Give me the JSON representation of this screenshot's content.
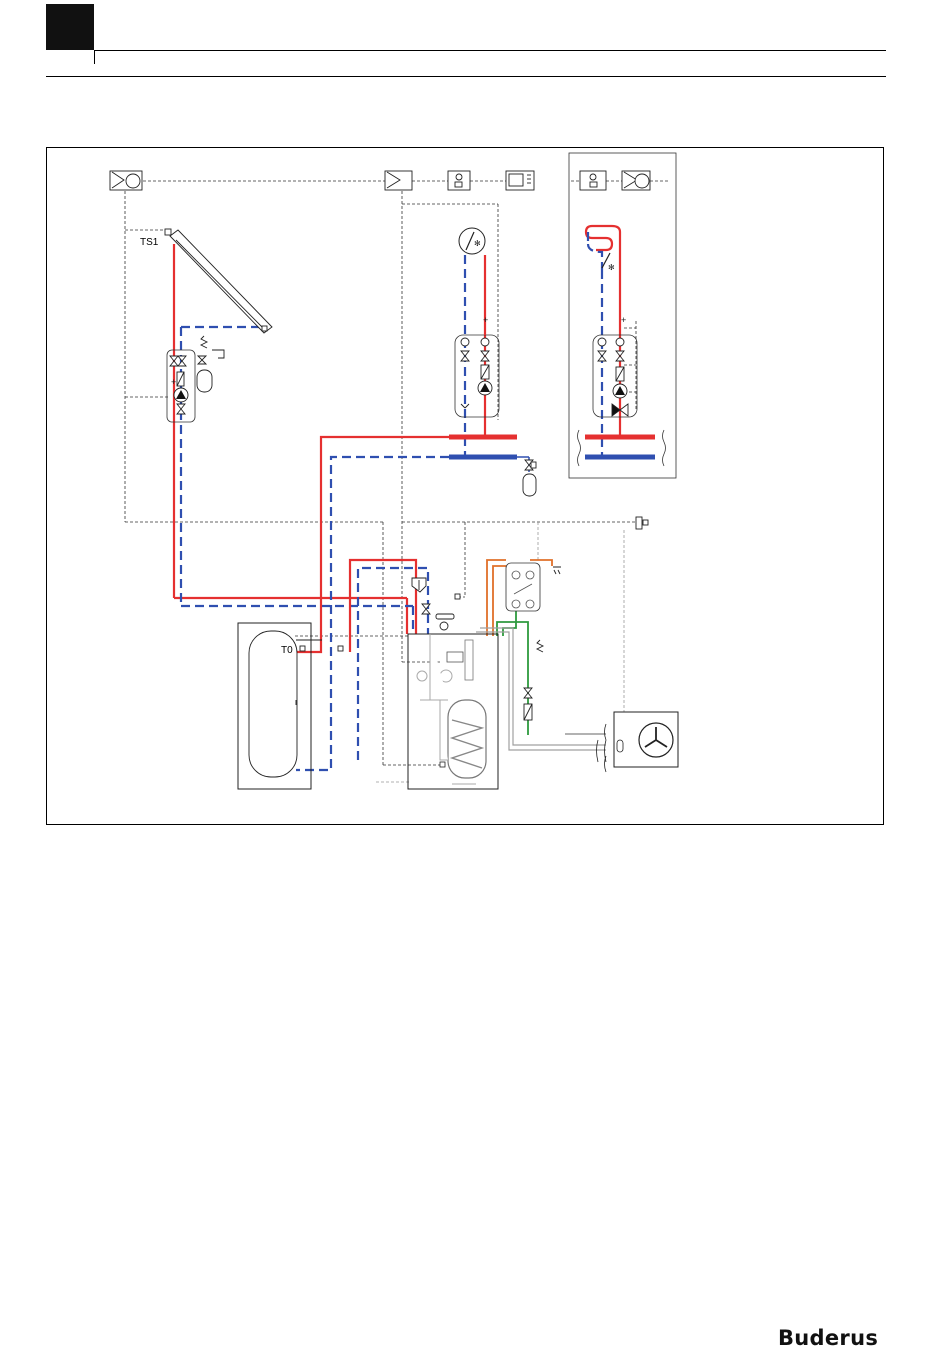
{
  "diagram": {
    "labels": {
      "collector_sensor": "TS1",
      "tank_sensor": "T0"
    }
  },
  "colors": {
    "supply": "#e53030",
    "return": "#2f4fb0",
    "domestic_hot": "#e0702a",
    "domestic_cold": "#2e9a3e",
    "grey_pipe": "#9a9a9a",
    "signal": "#333333"
  },
  "brand": {
    "logo": "Buderus"
  }
}
